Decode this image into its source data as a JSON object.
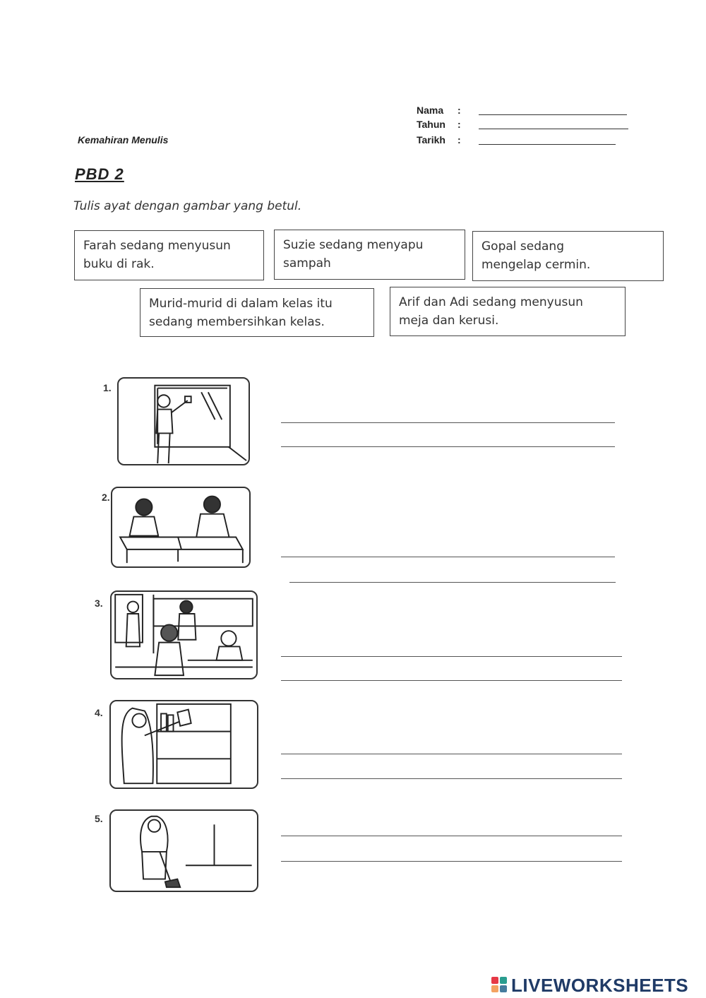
{
  "header": {
    "skill": "Kemahiran Menulis",
    "fields": [
      {
        "label": "Nama",
        "colon": ":"
      },
      {
        "label": "Tahun",
        "colon": ":"
      },
      {
        "label": "Tarikh",
        "colon": ":"
      }
    ]
  },
  "title": "PBD 2",
  "instruction": "Tulis ayat dengan gambar yang betul.",
  "options": [
    {
      "line1": "Farah sedang menyusun",
      "line2": "buku di rak."
    },
    {
      "line1": "Suzie sedang menyapu",
      "line2": "sampah"
    },
    {
      "line1": "Gopal sedang",
      "line2": "mengelap cermin."
    },
    {
      "line1": "Murid-murid di dalam kelas itu",
      "line2": "sedang membersihkan kelas."
    },
    {
      "line1": "Arif dan Adi sedang menyusun",
      "line2": "meja dan kerusi."
    }
  ],
  "questions": [
    {
      "number": "1.",
      "icon": "cleaning-window-icon"
    },
    {
      "number": "2.",
      "icon": "arranging-desks-icon"
    },
    {
      "number": "3.",
      "icon": "classroom-cleaning-icon"
    },
    {
      "number": "4.",
      "icon": "arranging-books-icon"
    },
    {
      "number": "5.",
      "icon": "sweeping-icon"
    }
  ],
  "footer": {
    "brand": "LIVEWORKSHEETS",
    "logo_colors": [
      "#e63946",
      "#2a9d8f",
      "#f4a261",
      "#457b9d"
    ]
  }
}
